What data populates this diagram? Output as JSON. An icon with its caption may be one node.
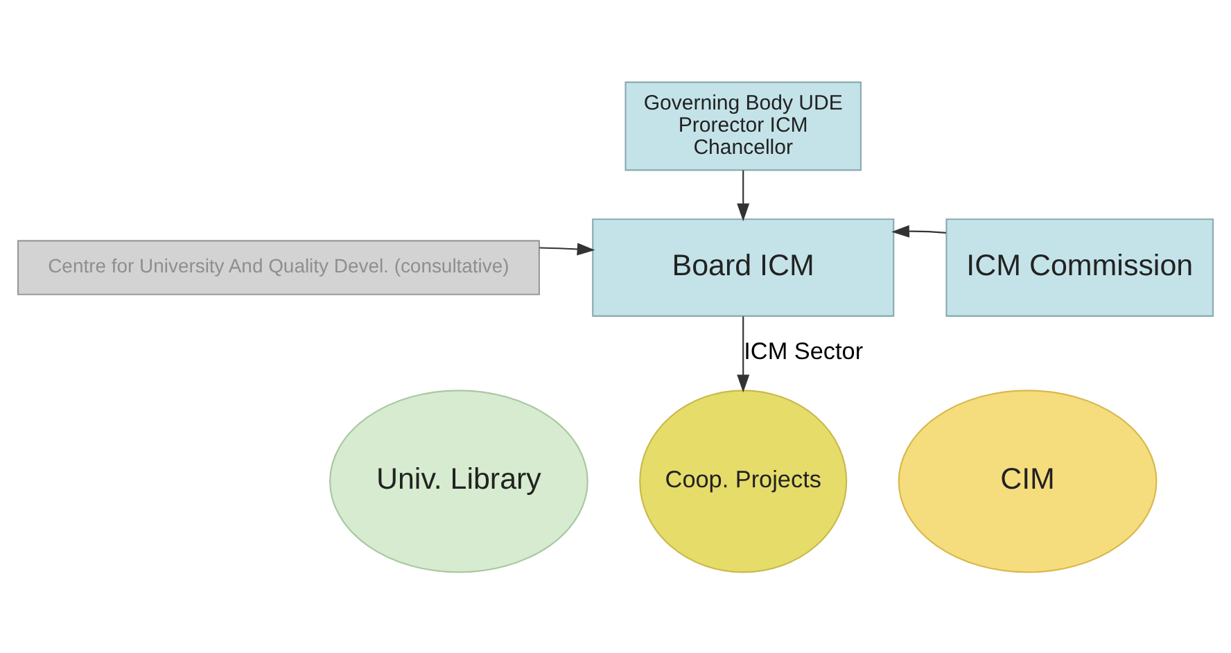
{
  "diagram": {
    "nodes": [
      {
        "text": [
          "Governing Body UDE",
          "Prorector ICM",
          "Chancellor"
        ]
      },
      {
        "text": [
          "Centre for University And Quality Devel. (consultative)"
        ]
      },
      {
        "text": [
          "Board ICM"
        ]
      },
      {
        "text": [
          "ICM Commission"
        ]
      },
      {
        "text": [
          "Univ. Library"
        ]
      },
      {
        "text": [
          "Coop. Projects"
        ]
      },
      {
        "text": [
          "CIM"
        ]
      }
    ],
    "edges": [
      {
        "from": 0,
        "to": 2,
        "arrow": "to"
      },
      {
        "from": 1,
        "to": 2,
        "arrow": "to"
      },
      {
        "from": 3,
        "to": 2,
        "arrow": "to"
      },
      {
        "from": 2,
        "to": 5,
        "arrow": "to",
        "label": "ICM Sector"
      }
    ]
  }
}
